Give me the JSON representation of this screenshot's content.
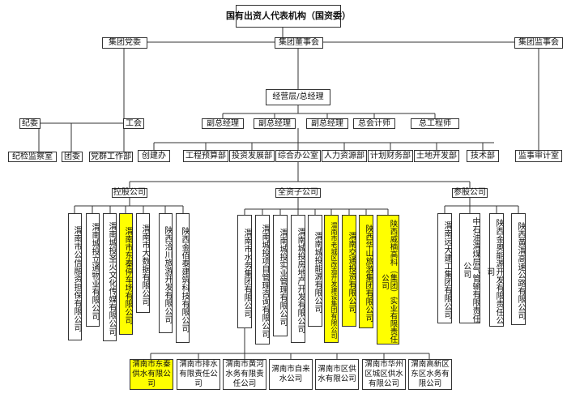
{
  "title": "国有出资人代表机构（国资委）",
  "top": {
    "party": "集团党委",
    "board": "集团董事会",
    "supervisors": "集团监事会"
  },
  "management": "经营层/总经理",
  "deputies": [
    "副总经理",
    "副总经理",
    "副总经理",
    "总会计师",
    "总工程师"
  ],
  "party_units": {
    "discipline": "纪委",
    "union": "工会",
    "inspection": "纪检监察室",
    "youth": "团委",
    "work_dept": "党群工作部"
  },
  "departments": [
    "创建办",
    "工程预算部",
    "投资发展部",
    "综合办公室",
    "人力资源部",
    "计划财务部",
    "土地开发部",
    "技术部"
  ],
  "audit": "监事审计室",
  "groups": {
    "holding": "控股公司",
    "wholly": "全资子公司",
    "participating": "参股公司"
  },
  "holding_companies": [
    "渭南市公信融资担保有限公司",
    "渭南城投立通物业有限公司",
    "渭南城投圣火文化传媒有限公司",
    "渭南市东秦停车场有限公司",
    "渭南市大数据有限公司",
    "陕西洽川旅游开发有限公司",
    "陕西金佰泰建筑科技有限公司"
  ],
  "wholly_companies": [
    "渭南市水务集团有限公司",
    "渭南城投项目管理咨询有限公司",
    "渭南城投实业管理有限公司",
    "渭南城投房地产开发有限公司",
    "渭南城投能源有限公司",
    "渭南市老城区改造开发建设集团有限公司",
    "渭南交通投资有限公司",
    "陕西华山旅游集团有限公司",
    "陕西威楠高科（集团）实业有限责任公司"
  ],
  "participating_companies": [
    "渭南远大建工集团有限公司",
    "中石油渭煤层气管输有限责任公司",
    "陕西金奥能源开发有限责任公司",
    "陕西黄渭高速公路有限公司"
  ],
  "water_subsidiaries": [
    "渭南市东秦供水有限公司",
    "渭南市排水有限责任公司",
    "渭南市黄河水务有限责任公司",
    "渭南市自来水公司",
    "渭南市区供水有限公司",
    "渭南市华州区城区供水有限公司",
    "渭南高新区东区水务有限公司"
  ],
  "colors": {
    "highlight": "#ffff00",
    "line": "#333333"
  }
}
